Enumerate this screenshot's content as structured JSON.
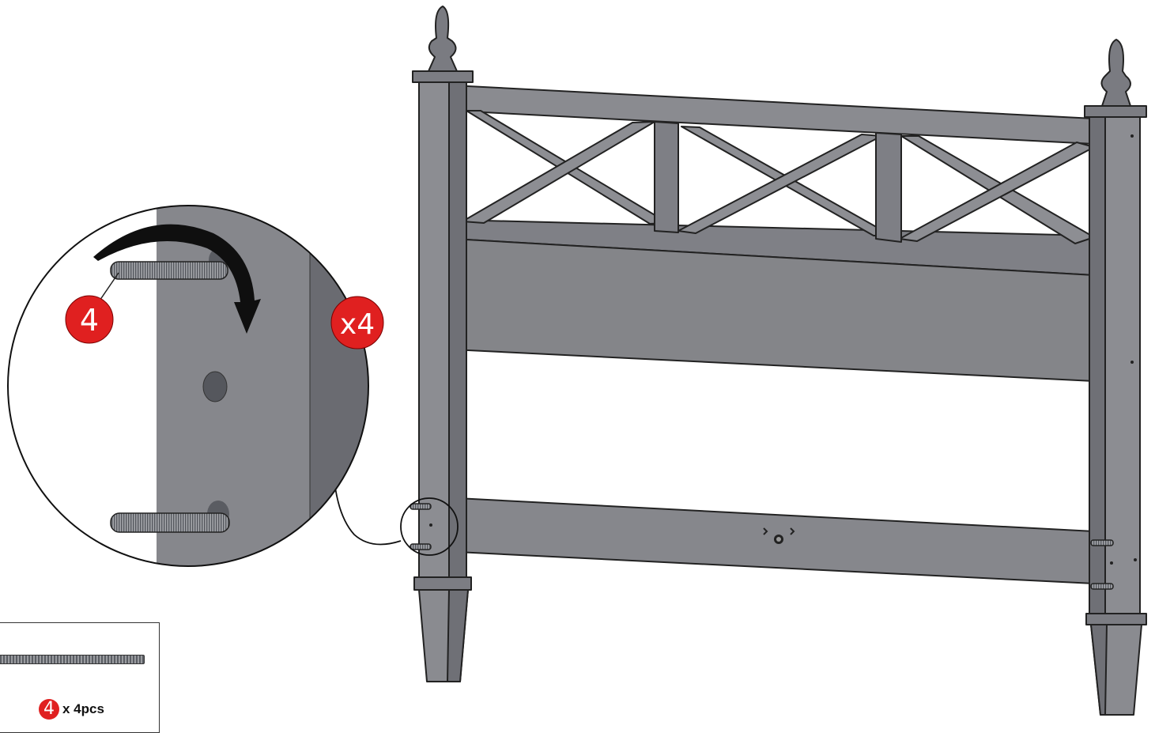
{
  "callout_detail": {
    "part_number": "4",
    "quantity_badge": "x4"
  },
  "parts_list": {
    "item_number": "4",
    "quantity_label": "x 4pcs"
  },
  "colors": {
    "frame_gray": "#86878c",
    "frame_dark": "#5e6066",
    "outline": "#222222",
    "badge_red": "#e02020"
  }
}
